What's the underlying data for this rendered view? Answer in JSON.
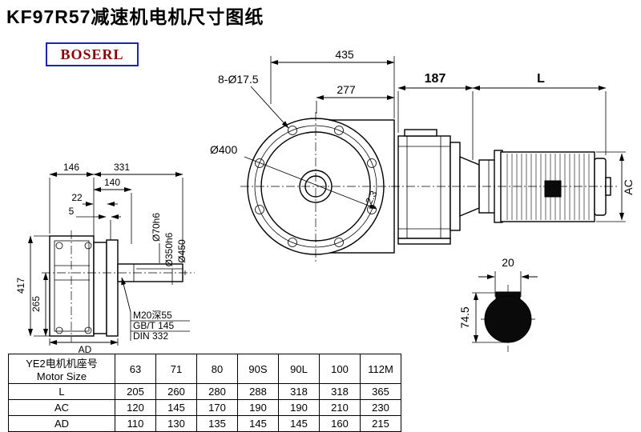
{
  "page": {
    "title": "KF97R57减速机电机尺寸图纸",
    "logo": "BOSERL"
  },
  "brand": {
    "logo_text_color": "#8b0000",
    "logo_border_color": "#2222aa"
  },
  "drawing": {
    "top_view": {
      "total_width": "435",
      "bolt_pattern": "8-Ø17.5",
      "center_offset": "277",
      "flange_diameter": "Ø400",
      "annotation": "2.3"
    },
    "side_view": {
      "gear_unit_length": "187",
      "motor_length": "L",
      "motor_height": "AC"
    },
    "front_view": {
      "w146": "146",
      "w331": "331",
      "w140": "140",
      "w22": "22",
      "w5": "5",
      "h417": "417",
      "h265": "265",
      "ad": "AD",
      "shaft_dia": "Ø70h6",
      "spigot_dia": "Ø350h6",
      "flange_dia": "Ø450",
      "note1": "M20深55",
      "note2": "GB/T 145",
      "note3": "DIN 332"
    },
    "key_section": {
      "width": "20",
      "height": "74.5"
    }
  },
  "table": {
    "header": {
      "line1": "YE2电机机座号",
      "line2": "Motor Size",
      "sizes": [
        "63",
        "71",
        "80",
        "90S",
        "90L",
        "100",
        "112M"
      ]
    },
    "rows": [
      {
        "label": "L",
        "values": [
          "205",
          "260",
          "280",
          "288",
          "318",
          "318",
          "365"
        ]
      },
      {
        "label": "AC",
        "values": [
          "120",
          "145",
          "170",
          "190",
          "190",
          "210",
          "230"
        ]
      },
      {
        "label": "AD",
        "values": [
          "110",
          "130",
          "135",
          "145",
          "145",
          "160",
          "215"
        ]
      }
    ]
  }
}
